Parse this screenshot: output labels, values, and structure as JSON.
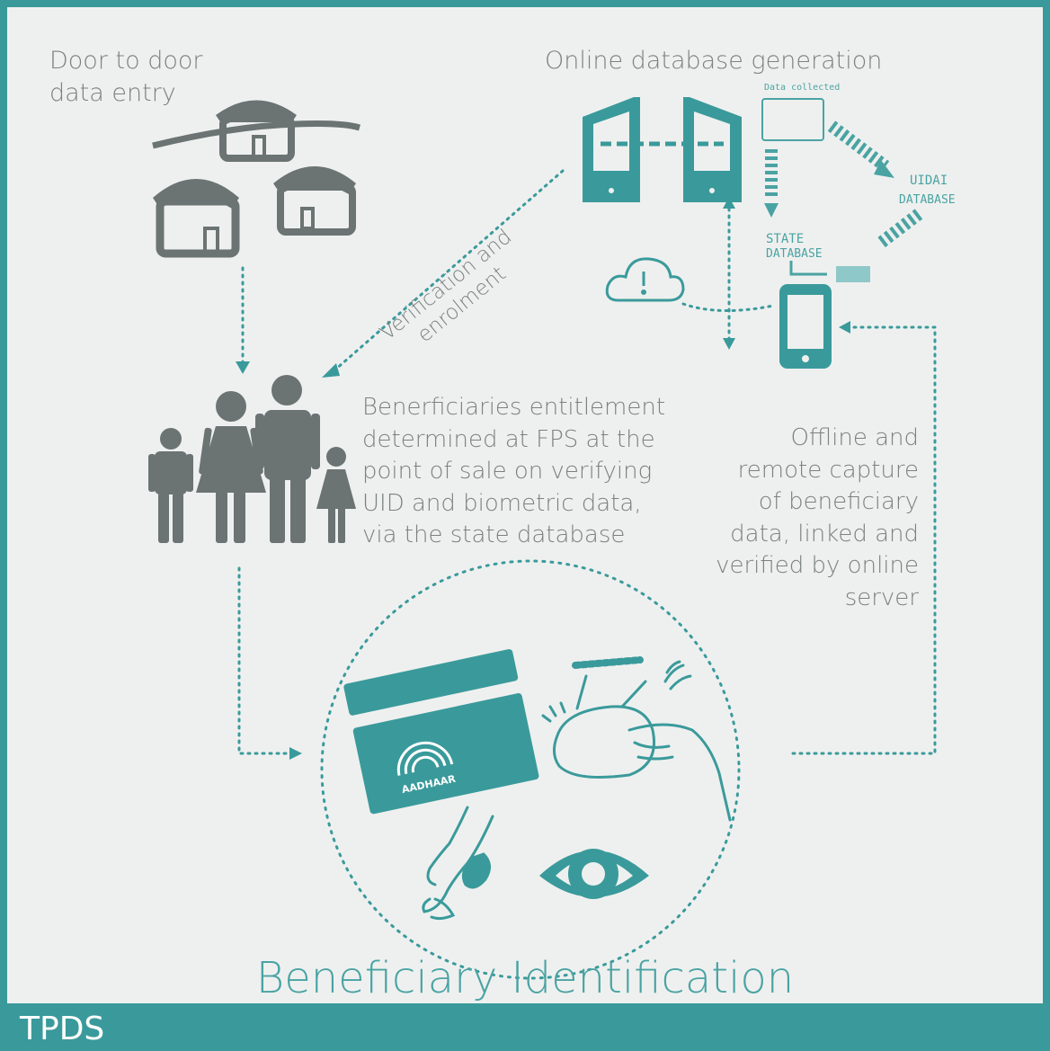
{
  "door_to_door": "Door to door data entry",
  "online_db": "Online database generation",
  "verification": "Verification and enrolment",
  "entitlement": "Benerficiaries entitlement determined at FPS at the point of sale on verifying UID and biometric data, via the state database",
  "offline": "Offline and remote capture of beneficiary data, linked and verified by online server",
  "title": "Beneficiary Identification",
  "footer": "TPDS",
  "sketch_labels": {
    "data": "Data collected",
    "uidai": "UIDAI DATABASE",
    "state": "STATE DATABASE",
    "card": "AADHAAR"
  },
  "colors": {
    "teal": "#3a9a9b",
    "grey": "#6b7373",
    "background": "#eef0ef"
  }
}
